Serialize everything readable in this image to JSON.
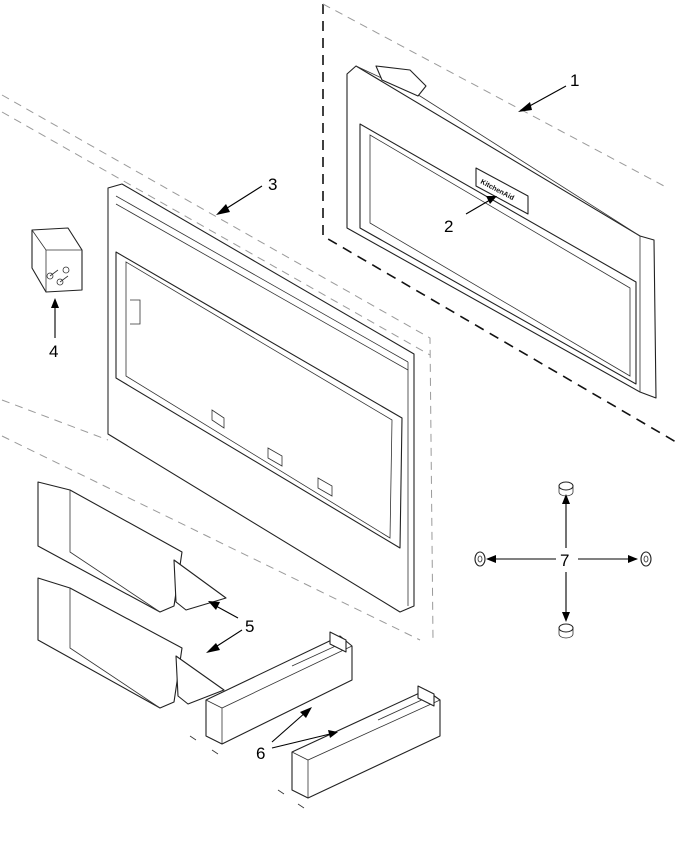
{
  "diagram": {
    "callouts": [
      {
        "id": "1",
        "text": "1"
      },
      {
        "id": "2",
        "text": "2"
      },
      {
        "id": "3",
        "text": "3"
      },
      {
        "id": "4",
        "text": "4"
      },
      {
        "id": "5",
        "text": "5"
      },
      {
        "id": "6",
        "text": "6"
      },
      {
        "id": "7",
        "text": "7"
      }
    ],
    "logo_text": "KitchenAid",
    "colors": {
      "line": "#222222",
      "dash_heavy": "#111111",
      "dash_light": "#9a9a9a",
      "background": "#ffffff"
    }
  }
}
